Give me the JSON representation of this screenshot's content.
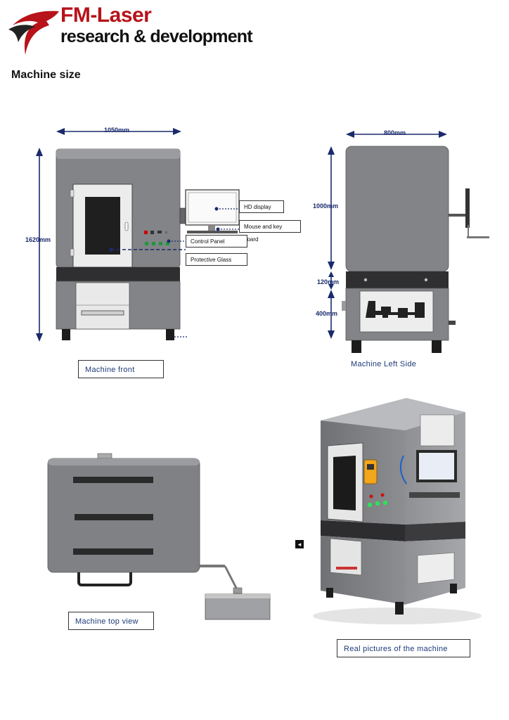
{
  "header": {
    "brand": "FM-Laser",
    "tagline": "research & development"
  },
  "section_title": "Machine size",
  "front": {
    "width_label": "1050mm",
    "height_label": "1620mm",
    "callouts": {
      "hd_display": "HD display",
      "mouse_keyboard": "Mouse and key board",
      "control_panel": "Control Panel",
      "protective_glass": "Protective Glass"
    },
    "caption": "Machine front"
  },
  "side": {
    "width_label": "800mm",
    "upper_height_label": "1000mm",
    "middle_height_label": "120mm",
    "lower_height_label": "400mm",
    "caption": "Machine Left Side"
  },
  "top": {
    "caption": "Machine top view"
  },
  "photo": {
    "caption": "Real pictures of the machine"
  },
  "colors": {
    "brand_red": "#b8121a",
    "dimension_blue": "#1a2a6c",
    "caption_blue": "#1e3b78",
    "machine_grey": "#7f8184",
    "machine_dark": "#3a3a3c"
  }
}
